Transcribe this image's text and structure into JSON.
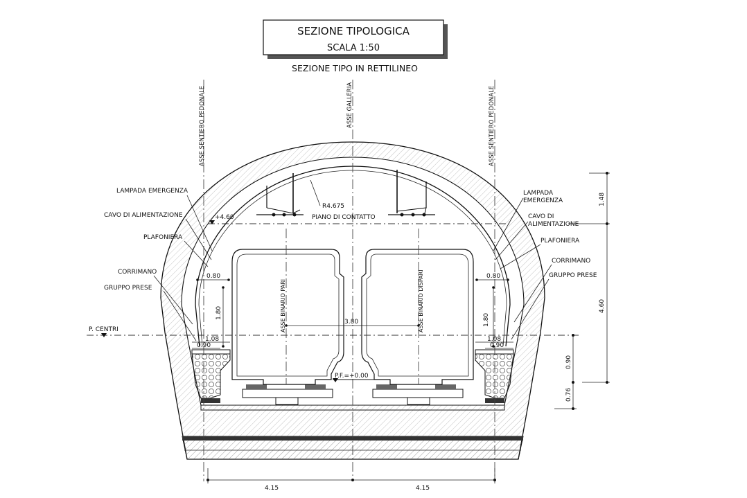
{
  "title_block": {
    "title": "SEZIONE TIPOLOGICA",
    "scale": "SCALA 1:50",
    "subtitle": "SEZIONE TIPO IN RETTILINEO"
  },
  "axes": {
    "left": "ASSE SENTIERO PEDONALE",
    "center": "ASSE GALLERIA",
    "right": "ASSE SENTIERO PEDONALE",
    "track_left": "ASSE BINARIO PARI",
    "track_right": "ASSE BINARIO DISPARI"
  },
  "labels_left": {
    "lampada": "LAMPADA EMERGENZA",
    "cavo": "CAVO DI ALIMENTAZIONE",
    "plafoniera": "PLAFONIERA",
    "corrimano": "CORRIMANO",
    "gruppo": "GRUPPO PRESE",
    "p_centri": "P. CENTRI"
  },
  "labels_right": {
    "lampada_1": "LAMPADA",
    "lampada_2": "EMERGENZA",
    "cavo_1": "CAVO DI",
    "cavo_2": "ALIMENTAZIONE",
    "plafoniera": "PLAFONIERA",
    "corrimano": "CORRIMANO",
    "gruppo": "GRUPPO PRESE"
  },
  "annotations": {
    "radius": "R4.675",
    "piano": "PIANO DI CONTATTO",
    "level_460": "+4.60",
    "pf": "P.F.=+0.00"
  },
  "dimensions": {
    "d_080_left": "0.80",
    "d_180_left": "1.80",
    "d_108_left": "1.08",
    "d_090_left": "0.90",
    "d_380": "3.80",
    "d_080_right": "0.80",
    "d_180_right": "1.80",
    "d_108_right": "1.08",
    "d_090_right": "0.90",
    "d_148": "1.48",
    "d_460": "4.60",
    "d_090_v": "0.90",
    "d_076_v": "0.76",
    "d_415_left": "4.15",
    "d_415_right": "4.15"
  }
}
